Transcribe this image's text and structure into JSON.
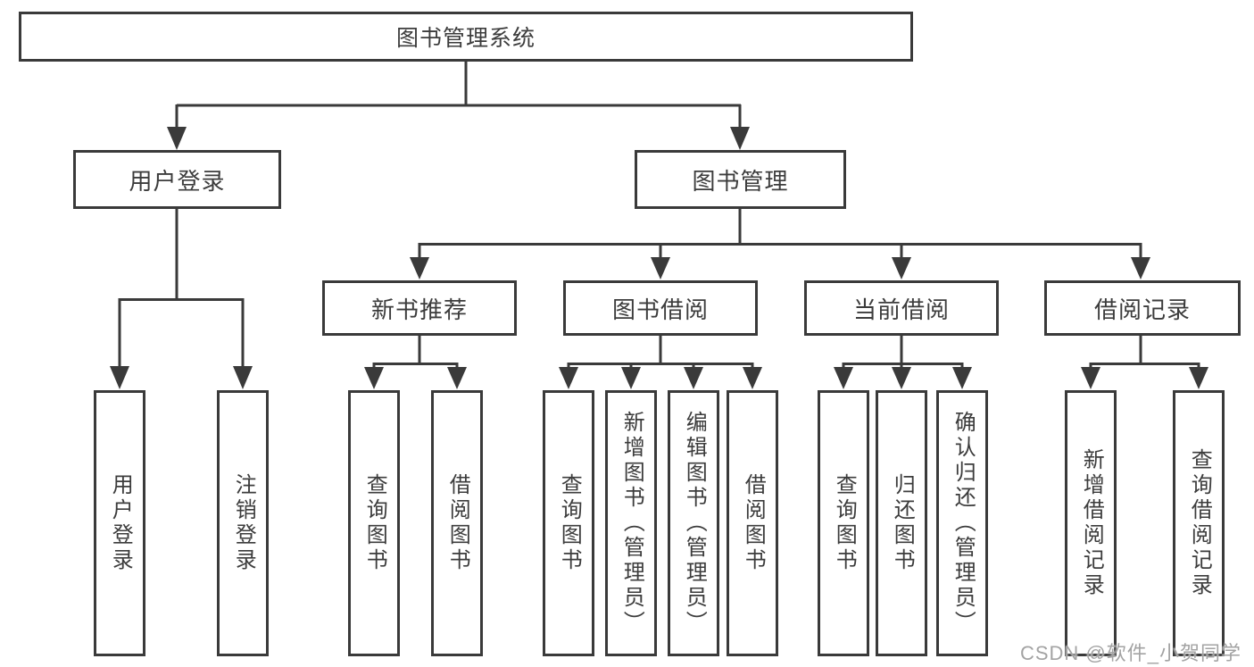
{
  "diagram_type": "hierarchy-tree",
  "tree": {
    "root": {
      "label": "图书管理系统"
    },
    "branches": [
      {
        "label": "用户登录",
        "leaves": [
          "用户登录",
          "注销登录"
        ]
      },
      {
        "label": "图书管理",
        "groups": [
          {
            "label": "新书推荐",
            "leaves": [
              "查询图书",
              "借阅图书"
            ]
          },
          {
            "label": "图书借阅",
            "leaves": [
              "查询图书",
              "新增图书（管理员）",
              "编辑图书（管理员）",
              "借阅图书"
            ]
          },
          {
            "label": "当前借阅",
            "leaves": [
              "查询图书",
              "归还图书",
              "确认归还（管理员）"
            ]
          },
          {
            "label": "借阅记录",
            "leaves": [
              "新增借阅记录",
              "查询借阅记录"
            ]
          }
        ]
      }
    ]
  },
  "watermark": "CSDN @软件_小贺同学",
  "colors": {
    "line": "#3a3a3a",
    "text": "#3c3c3c",
    "background": "#ffffff",
    "watermark": "#a3a3a3"
  }
}
